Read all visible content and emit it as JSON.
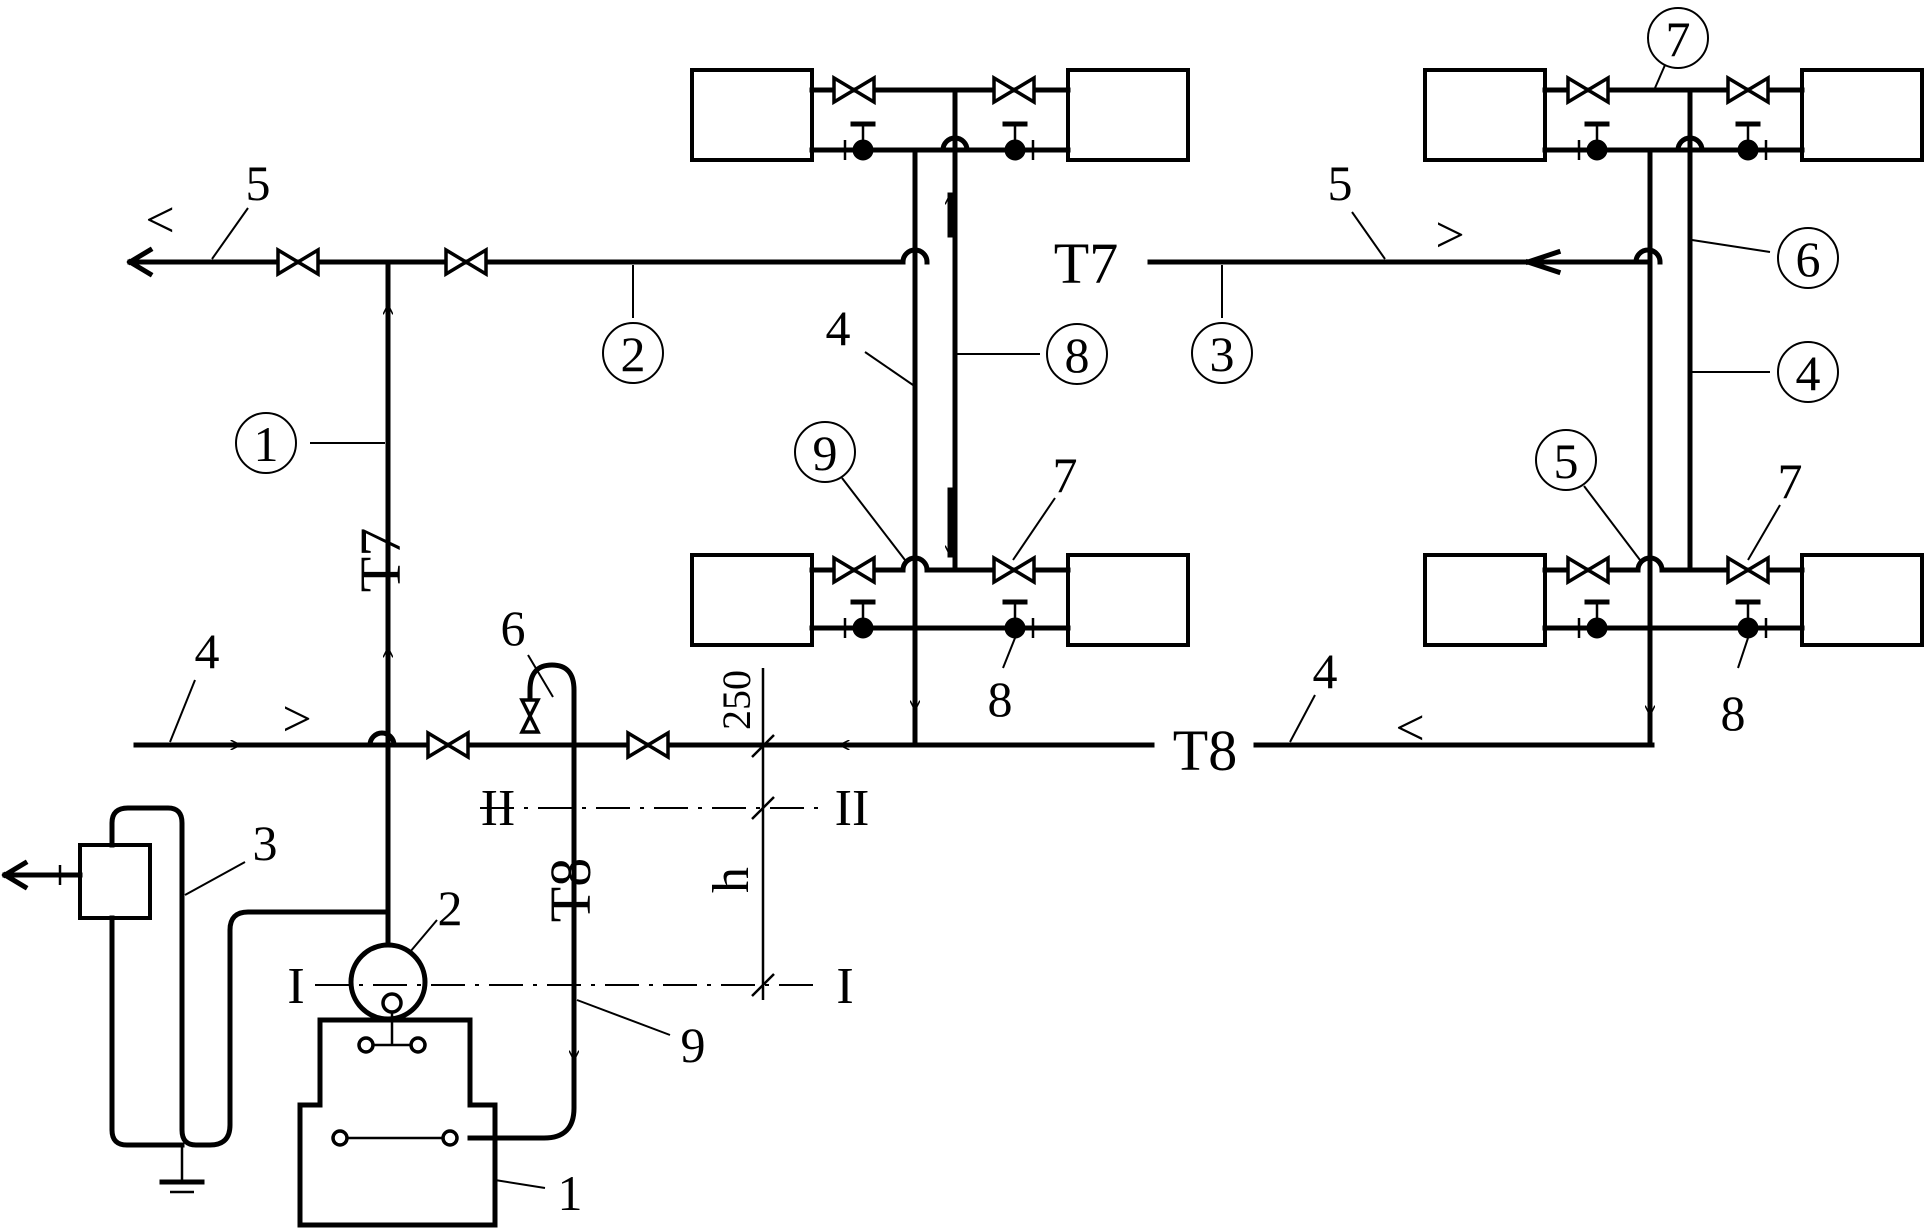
{
  "pipes": {
    "supply": "T7",
    "return": "T8"
  },
  "dimension": {
    "offset": "250",
    "height": "h"
  },
  "sections": {
    "upper": "II",
    "lower": "I"
  },
  "flow_marks": {
    "right": ">",
    "left": "<"
  },
  "equipment_labels": [
    "1",
    "2",
    "3",
    "4",
    "5",
    "6",
    "7",
    "8",
    "9"
  ],
  "circled_segments": [
    "1",
    "2",
    "3"
  ],
  "riser1_labels": {
    "pipe": "4",
    "circle": "8",
    "lower_circle": "9",
    "valve": "7",
    "regulator": "8"
  },
  "riser2_labels": {
    "top_circle": "7",
    "branch": "6",
    "pipe": "4",
    "mid_circle": "5",
    "valve": "7",
    "regulator": "8"
  },
  "main_labels": {
    "supply_left": "5",
    "supply_right": "5",
    "return_left": "4",
    "return_right": "4"
  },
  "colors": {
    "line": "#000000",
    "background": "#ffffff"
  }
}
